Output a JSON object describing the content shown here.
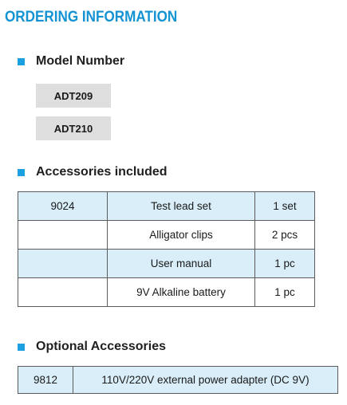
{
  "title": "ORDERING INFORMATION",
  "sections": {
    "model": "Model Number",
    "accessories": "Accessories included",
    "optional": "Optional Accessories"
  },
  "models": [
    "ADT209",
    "ADT210"
  ],
  "accessories": [
    {
      "code": "9024",
      "item": "Test lead set",
      "qty": "1 set"
    },
    {
      "code": "",
      "item": "Alligator clips",
      "qty": "2 pcs"
    },
    {
      "code": "",
      "item": "User manual",
      "qty": "1 pc"
    },
    {
      "code": "",
      "item": "9V Alkaline battery",
      "qty": "1 pc"
    }
  ],
  "optional": [
    {
      "code": "9812",
      "item": "110V/220V external power adapter (DC 9V)"
    }
  ],
  "colors": {
    "accent": "#1493d3",
    "row_shade": "#d9eef8",
    "model_box": "#dedede"
  }
}
